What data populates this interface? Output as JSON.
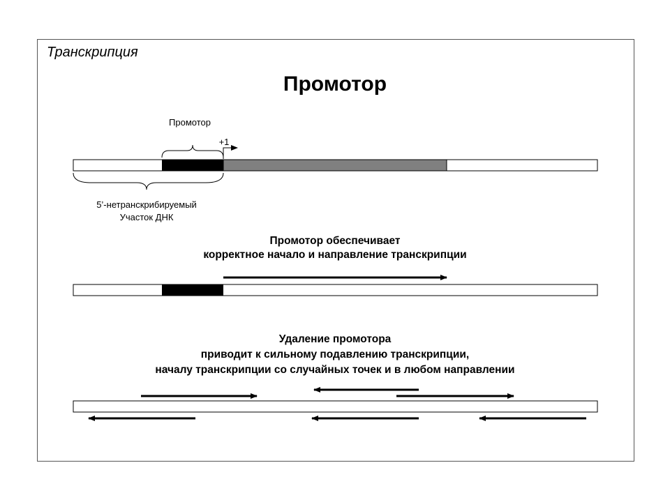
{
  "section_label": "Транскрипция",
  "title": "Промотор",
  "diagram1": {
    "promoter_label": "Промотор",
    "tss_label": "+1",
    "utr_label_line1": "5’-нетранскрибируемый",
    "utr_label_line2": "Участок ДНК"
  },
  "caption1": {
    "line1": "Промотор обеспечивает",
    "line2": "корректное начало и направление транскрипции"
  },
  "caption2": {
    "line1": "Удаление промотора",
    "line2": "приводит к сильному подавлению транскрипции,",
    "line3": "началу транскрипции со случайных точек и в любом направлении"
  },
  "colors": {
    "promoter": "#000000",
    "transcribed_region": "#808080",
    "dna_strand": "#ffffff"
  }
}
